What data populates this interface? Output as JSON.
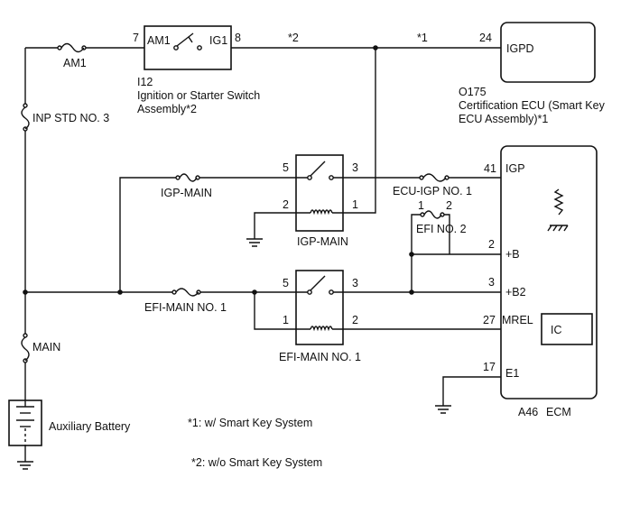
{
  "switch_i12": {
    "pin_in": "7",
    "pin_in_label": "AM1",
    "pin_out_label": "IG1",
    "pin_out": "8",
    "code": "I12",
    "name_line1": "Ignition or Starter Switch",
    "name_line2": "Assembly*2"
  },
  "wire_marks": {
    "star2": "*2",
    "star1": "*1"
  },
  "fuses": {
    "am1": "AM1",
    "inp_std": "INP STD NO. 3",
    "igp_main": "IGP-MAIN",
    "ecu_igp": "ECU-IGP NO. 1",
    "efi2": "EFI NO. 2",
    "efi2_pin1": "1",
    "efi2_pin2": "2",
    "efi_main1": "EFI-MAIN NO. 1",
    "main": "MAIN"
  },
  "cert_ecu": {
    "pin": "24",
    "terminal": "IGPD",
    "code": "O175",
    "name_line1": "Certification ECU (Smart Key",
    "name_line2": "ECU Assembly)*1"
  },
  "relay_igp": {
    "label": "IGP-MAIN",
    "p5": "5",
    "p3": "3",
    "p2": "2",
    "p1": "1"
  },
  "relay_efi": {
    "label": "EFI-MAIN NO. 1",
    "p5": "5",
    "p3": "3",
    "p1": "1",
    "p2": "2"
  },
  "ecm": {
    "igp_pin": "41",
    "igp": "IGP",
    "b_pin": "2",
    "b": "+B",
    "b2_pin": "3",
    "b2": "+B2",
    "mrel_pin": "27",
    "mrel": "MREL",
    "ic": "IC",
    "e1_pin": "17",
    "e1": "E1",
    "code": "A46",
    "name": "ECM"
  },
  "battery": {
    "label": "Auxiliary Battery"
  },
  "notes": {
    "n1": "*1: w/ Smart Key System",
    "n2": "*2: w/o Smart Key System"
  }
}
